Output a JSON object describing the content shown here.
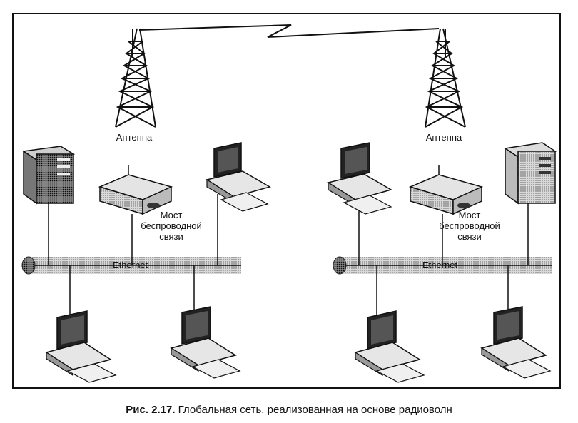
{
  "labels": {
    "antenna_left": "Антенна",
    "antenna_right": "Антенна",
    "bridge_left": [
      "Мост",
      "беспроводной",
      "связи"
    ],
    "bridge_right": [
      "Мост",
      "беспроводной",
      "связи"
    ],
    "ethernet_left": "Ethernet",
    "ethernet_right": "Ethernet"
  },
  "caption": {
    "number": "Рис. 2.17.",
    "text": "Глобальная сеть, реализованная на основе радиоволн"
  }
}
